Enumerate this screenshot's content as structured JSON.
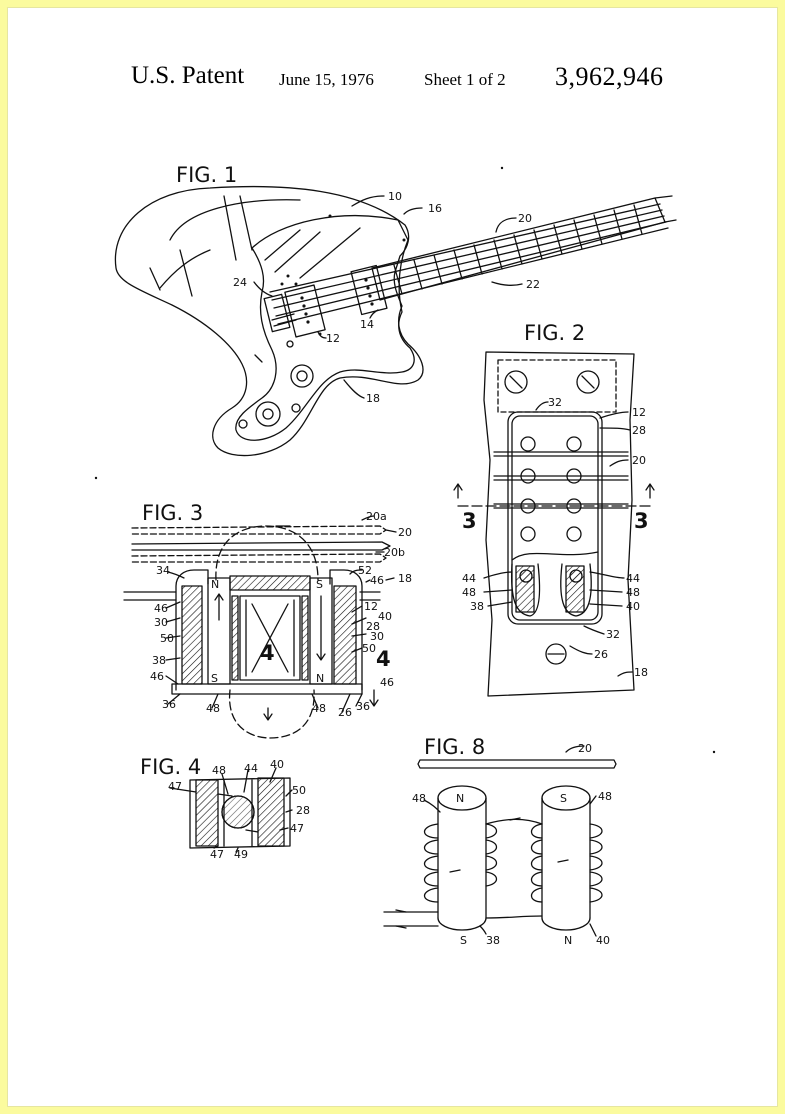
{
  "header": {
    "title": "U.S. Patent",
    "date": "June 15, 1976",
    "sheet": "Sheet 1 of 2",
    "patent_number": "3,962,946"
  },
  "figures": {
    "fig1": "FIG. 1",
    "fig2": "FIG. 2",
    "fig3": "FIG. 3",
    "fig4": "FIG. 4",
    "fig8": "FIG. 8"
  },
  "fig1_refs": {
    "r10": "10",
    "r16": "16",
    "r20": "20",
    "r22": "22",
    "r24": "24",
    "r12": "12",
    "r14": "14",
    "r18": "18"
  },
  "fig2_refs": {
    "r32a": "32",
    "r12": "12",
    "r28": "28",
    "r20": "20",
    "r44l": "44",
    "r44r": "44",
    "r48l": "48",
    "r48r": "48",
    "r38": "38",
    "r40": "40",
    "r32b": "32",
    "r26": "26",
    "r18": "18",
    "sec3l": "3",
    "sec3r": "3"
  },
  "fig3_refs": {
    "r20a": "20a",
    "r20": "20",
    "r20b": "20b",
    "r34": "34",
    "r52": "52",
    "r46a": "46",
    "r18": "18",
    "r46b": "46",
    "r12": "12",
    "r40": "40",
    "r30a": "30",
    "r28": "28",
    "r50a": "50",
    "r30b": "30",
    "r38": "38",
    "r50b": "50",
    "r46c": "46",
    "r46d": "46",
    "r36a": "36",
    "r48a": "48",
    "r48b": "48",
    "r26": "26",
    "r36b": "36",
    "n1": "N",
    "s1": "S",
    "s2": "S",
    "n2": "N",
    "sec4l": "4",
    "sec4r": "4"
  },
  "fig4_refs": {
    "r48": "48",
    "r44": "44",
    "r40": "40",
    "r47a": "47",
    "r50": "50",
    "r28": "28",
    "r47b": "47",
    "r47c": "47",
    "r49": "49"
  },
  "fig8_refs": {
    "r20": "20",
    "r48l": "48",
    "r48r": "48",
    "r38": "38",
    "r40": "40",
    "top_n": "N",
    "top_s": "S",
    "bot_s": "S",
    "bot_n": "N"
  }
}
